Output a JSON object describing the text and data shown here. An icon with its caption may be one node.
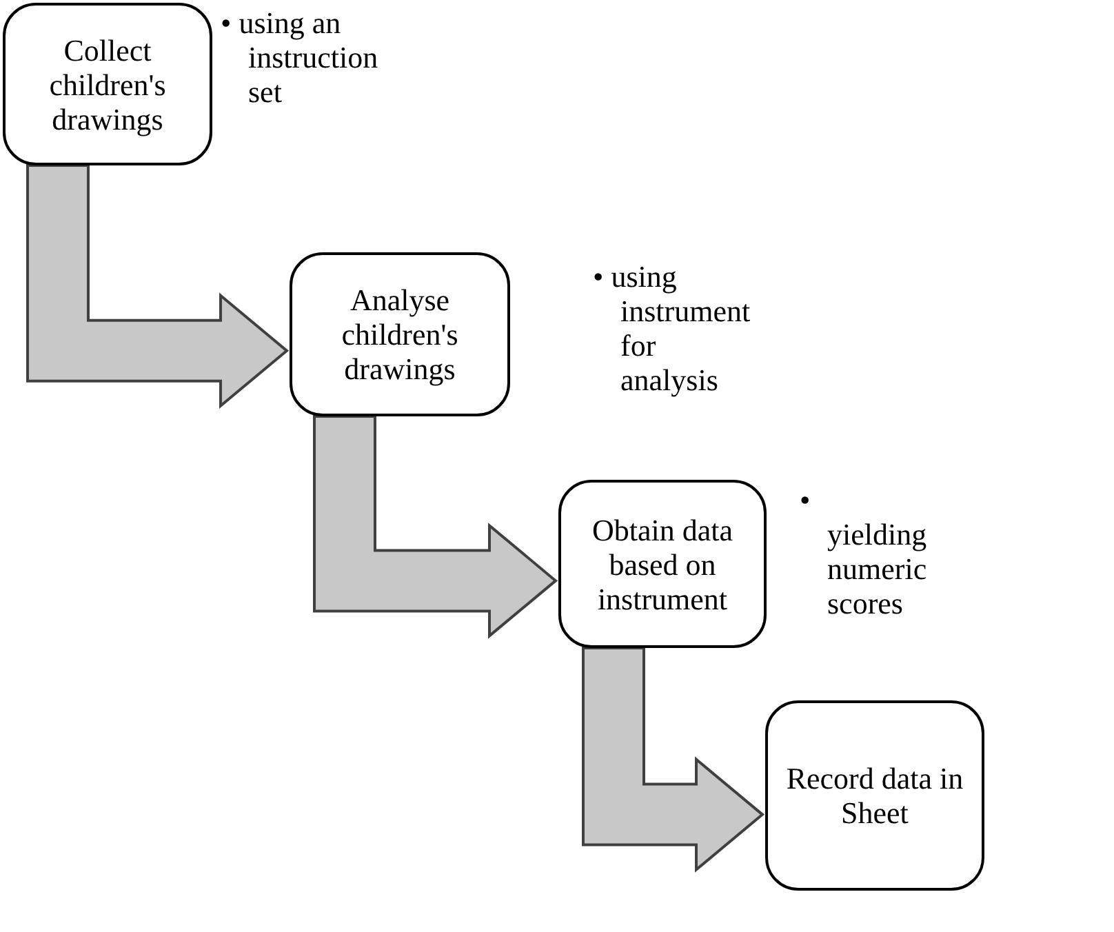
{
  "diagram": {
    "nodes": [
      {
        "text": [
          "Collect children's drawings"
        ],
        "beside": [
          "• using an instruction set"
        ]
      },
      {
        "text": [
          "Analyse children's drawings"
        ],
        "beside": [
          "• using instrument for analysis"
        ]
      },
      {
        "text": [
          "Obtain data based on instrument"
        ],
        "beside": [
          "• yielding numeric scores"
        ]
      },
      {
        "text": [
          "Record data in Sheet"
        ]
      }
    ],
    "edges": [
      {
        "from": 0,
        "to": 1,
        "arrow": "to"
      },
      {
        "from": 1,
        "to": 2,
        "arrow": "to"
      },
      {
        "from": 2,
        "to": 3,
        "arrow": "to"
      }
    ]
  }
}
